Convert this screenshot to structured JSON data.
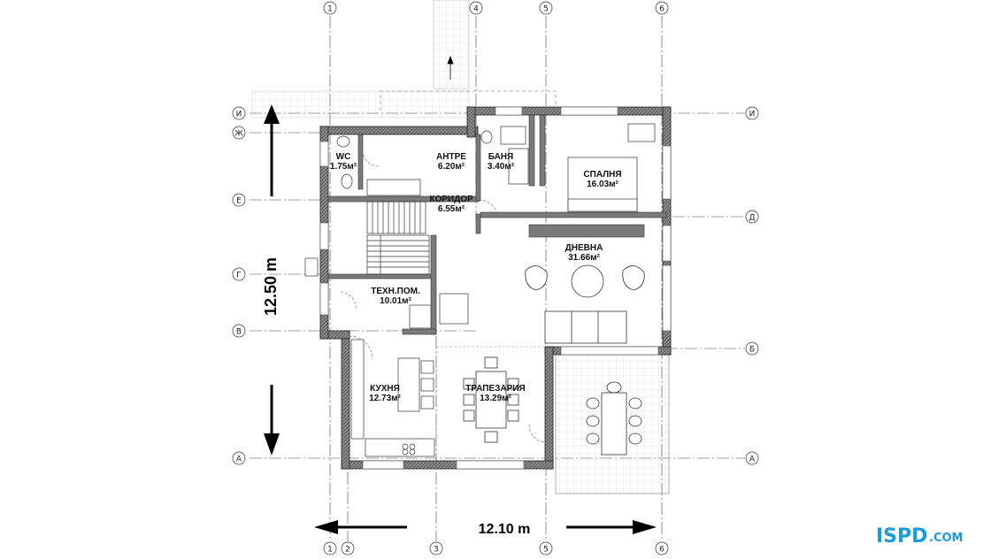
{
  "plan": {
    "dimensions": {
      "width": "12.10 m",
      "height": "12.50 m"
    },
    "grid_top": [
      "1",
      "4",
      "5",
      "6"
    ],
    "grid_bottom": [
      "1",
      "2",
      "3",
      "5",
      "6"
    ],
    "grid_left": [
      "И",
      "Ж",
      "Е",
      "Г",
      "В",
      "А"
    ],
    "grid_right": [
      "И",
      "Д",
      "Б",
      "А"
    ],
    "rooms": [
      {
        "name": "WC",
        "area": "1.75м²"
      },
      {
        "name": "АНТРЕ",
        "area": "6.20м²"
      },
      {
        "name": "БАНЯ",
        "area": "3.40м²"
      },
      {
        "name": "СПАЛНЯ",
        "area": "16.03м²"
      },
      {
        "name": "КОРИДОР",
        "area": "6.55м²"
      },
      {
        "name": "ДНЕВНА",
        "area": "31.66м²"
      },
      {
        "name": "ТЕХН.ПОМ.",
        "area": "10.01м²"
      },
      {
        "name": "КУХНЯ",
        "area": "12.73м²"
      },
      {
        "name": "ТРАПЕЗАРИЯ",
        "area": "13.29м²"
      }
    ]
  },
  "logo": {
    "text": "ISPD",
    "suffix": ".COM"
  },
  "colors": {
    "wall": "#555555",
    "wall_dark": "#2a2a2a",
    "axis": "#333333",
    "logo_blue": "#1a9be0"
  }
}
